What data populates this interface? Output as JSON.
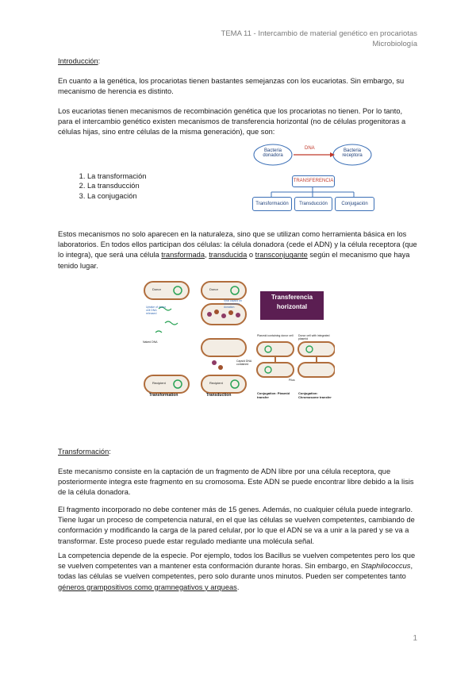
{
  "header": {
    "line1": "TEMA 11 - Intercambio de material genético en procariotas",
    "line2": "Microbiología"
  },
  "intro": {
    "heading": "Introducción",
    "heading_colon": ":",
    "p1": "En cuanto a la genética, los procariotas tienen bastantes semejanzas con los eucariotas. Sin embargo, su mecanismo de herencia es distinto.",
    "p2": "Los eucariotas tienen mecanismos de recombinación genética que los procariotas no tienen. Por lo tanto, para el intercambio genético existen mecanismos de transferencia horizontal (no de células progenitoras a células hijas, sino entre células de la misma generación), que son:",
    "list": [
      "La transformación",
      "La transducción",
      "La conjugación"
    ],
    "p3_a": "Estos mecanismos no solo aparecen en la naturaleza, sino que se utilizan como herramienta básica en los laboratorios. En todos ellos participan dos células: la célula donadora (cede el ADN) y la célula receptora (que lo integra), que será una célula ",
    "p3_u1": "transformada",
    "p3_b": ", ",
    "p3_u2": "transducida",
    "p3_c": " o ",
    "p3_u3": "transconjugante",
    "p3_d": " según el mecanismo que haya tenido lugar."
  },
  "diagram": {
    "donor": "Bacteria donadora",
    "dna": "DNA",
    "recipient": "Bacteria receptora",
    "transfer": "TRANSFERENCIA",
    "branches": [
      "Transformación",
      "Transducción",
      "Conjugación"
    ]
  },
  "figure": {
    "title": "Transferencia horizontal",
    "labels": {
      "donor1": "Donor",
      "donor2": "Donor",
      "recipient1": "Recipient",
      "recipient2": "Recipient",
      "transformation": "Transformation",
      "transduction": "Transduction",
      "conj1": "Conjugation: Plasmid transfer",
      "conj2": "Conjugation: Chromosome transfer",
      "uptake": "Uptake of donor cell DNA released",
      "viral": "Viral capsid on chromosome donation",
      "plasmid": "Plasmid containing donor cell",
      "integrated": "Donor cell with integrated plasmid",
      "naked": "Naked DNA",
      "capsid": "Capsid DNA contained",
      "pilus": "Pilus"
    }
  },
  "transformacion": {
    "heading": "Transformación",
    "heading_colon": ":",
    "p1": "Este mecanismo consiste en la captación de un fragmento de ADN libre por una célula receptora, que posteriormente integra este fragmento en su cromosoma. Este ADN se puede encontrar libre debido a la lisis de la célula donadora.",
    "p2": "El fragmento incorporado no debe contener más de 15 genes. Además, no cualquier célula puede integrarlo. Tiene lugar un proceso de competencia natural, en el que las células se vuelven competentes, cambiando de conformación y modificando la carga de la pared celular, por lo que el ADN se va a unir a la pared y se va a transformar. Este proceso puede estar regulado mediante una molécula señal.",
    "p3_a": "La competencia depende de la especie. Por ejemplo, todos los Bacillus se vuelven competentes pero los que se vuelven competentes van a mantener esta conformación durante horas. Sin embargo, en ",
    "p3_i": "Staphilococcus",
    "p3_b": ", todas las células se vuelven competentes, pero solo durante unos minutos. Pueden ser competentes tanto ",
    "p3_u": "géneros grampositivos como gramnegativos y arqueas",
    "p3_c": "."
  },
  "page_number": "1",
  "colors": {
    "cell_fill": "#f3ede4",
    "cell_border": "#b06d3c",
    "dna": "#2aa356",
    "title_bg": "#5b1e52",
    "diagram_blue": "#3b6fb6",
    "dna_arrow": "#c0392b"
  }
}
